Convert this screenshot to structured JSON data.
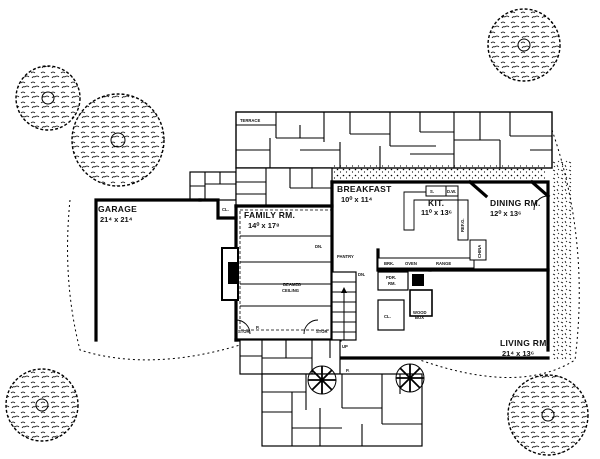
{
  "rooms": {
    "terrace": "TERRACE",
    "garage": "GARAGE",
    "garage_dim": "21⁴ x 21⁴",
    "family": "FAMILY RM.",
    "family_dim": "14⁰ x 17⁸",
    "breakfast": "BREAKFAST",
    "breakfast_dim": "10⁰ x 11⁴",
    "kit": "KIT.",
    "kit_dim": "11⁰ x 13⁶",
    "dining": "DINING RM.",
    "dining_dim": "12⁰ x 13⁶",
    "living": "LIVING RM.",
    "living_dim": "21⁴ x 13⁶",
    "beamed": "BEAMED",
    "ceiling": "CEILING",
    "pantry": "PANTRY",
    "pdr": "PDR.",
    "rm": "RM.",
    "wood": "WOOD",
    "box": "BOX",
    "oven": "OVEN",
    "range": "RANGE",
    "brk": "BRK.",
    "sw": "S.",
    "dw": "D.W.",
    "refg": "REF.G.",
    "china": "CHINA",
    "closet": "CL.",
    "stor": "STOR",
    "dn": "DN.",
    "up": "UP",
    "entry_p": "P."
  }
}
